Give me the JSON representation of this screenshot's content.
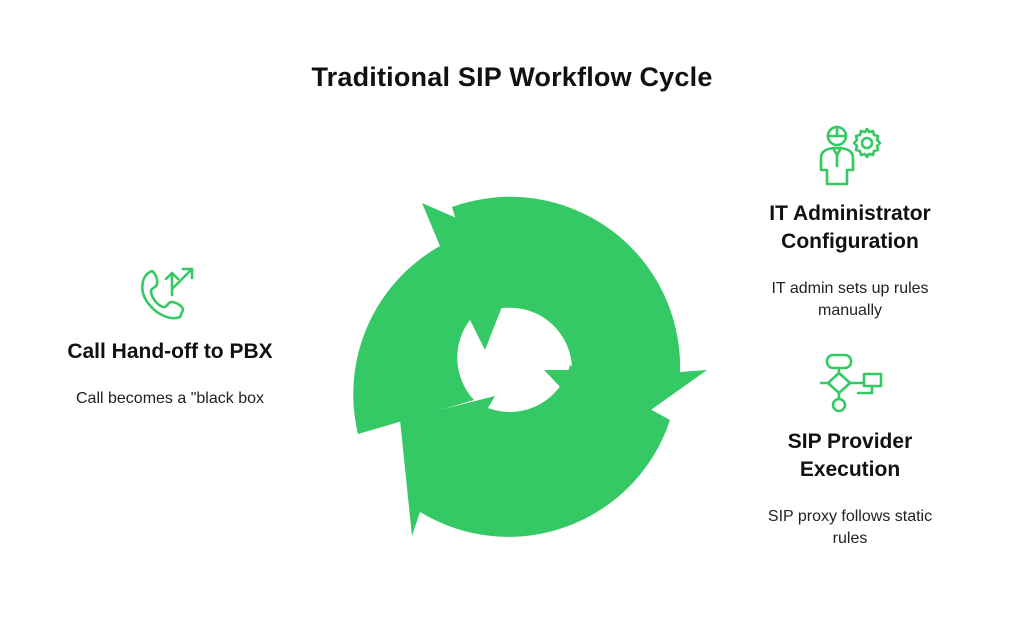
{
  "title": "Traditional SIP Workflow Cycle",
  "accent_color": "#34c964",
  "steps": [
    {
      "heading": "Call Hand-off to PBX",
      "description": "Call becomes a \"black box",
      "icon": "phone-redirect-icon"
    },
    {
      "heading_line1": "IT Administrator",
      "heading_line2": "Configuration",
      "description_line1": "IT admin sets up rules",
      "description_line2": "manually",
      "icon": "admin-gear-icon"
    },
    {
      "heading_line1": "SIP Provider",
      "heading_line2": "Execution",
      "description_line1": "SIP proxy follows static",
      "description_line2": "rules",
      "icon": "flowchart-icon"
    }
  ]
}
